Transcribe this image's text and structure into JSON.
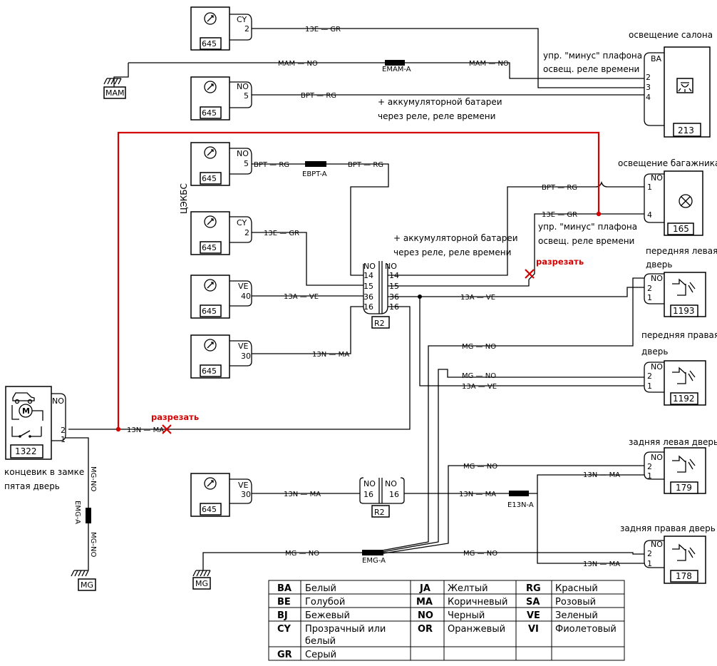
{
  "components": {
    "c645_a": {
      "code": "645",
      "pin_color": "CY",
      "pin": "2"
    },
    "c645_b": {
      "code": "645",
      "pin_color": "NO",
      "pin": "5"
    },
    "c645_c": {
      "code": "645",
      "pin_color": "NO",
      "pin": "5"
    },
    "c645_d": {
      "code": "645",
      "pin_color": "CY",
      "pin": "2"
    },
    "c645_e": {
      "code": "645",
      "pin_color": "VE",
      "pin": "40"
    },
    "c645_f": {
      "code": "645",
      "pin_color": "VE",
      "pin": "30"
    },
    "c645_g": {
      "code": "645",
      "pin_color": "VE",
      "pin": "30"
    },
    "c213": {
      "code": "213",
      "title": "освещение салона",
      "pin_color": "BA",
      "pins": [
        "2",
        "3",
        "4"
      ]
    },
    "c165": {
      "code": "165",
      "title": "освещение багажника",
      "pin_color": "NO",
      "pins": [
        "1",
        "4"
      ]
    },
    "c1193": {
      "code": "1193",
      "title_1": "передняя левая",
      "title_2": "дверь",
      "pin_color": "NO",
      "pins": [
        "2",
        "1"
      ]
    },
    "c1192": {
      "code": "1192",
      "title_1": "передняя правая",
      "title_2": "дверь",
      "pin_color": "NO",
      "pins": [
        "2",
        "1"
      ]
    },
    "c179": {
      "code": "179",
      "title": "задняя левая дверь",
      "pin_color": "NO",
      "pins": [
        "2",
        "1"
      ]
    },
    "c178": {
      "code": "178",
      "title": "задняя правая дверь",
      "pin_color": "NO",
      "pins": [
        "2",
        "1"
      ]
    },
    "c1322": {
      "code": "1322",
      "pin_color": "NO",
      "pins": [
        "2",
        "1"
      ],
      "caption_1": "концевик в замке",
      "caption_2": "пятая дверь"
    },
    "r2_main": {
      "code": "R2",
      "left_pins": [
        "NO",
        "14",
        "15",
        "36",
        "16"
      ],
      "right_pins": [
        "NO",
        "14",
        "15",
        "36",
        "16"
      ]
    },
    "r2_lower": {
      "code": "R2",
      "left_pins": [
        "NO",
        "16"
      ],
      "right_pins": [
        "NO",
        "16"
      ]
    }
  },
  "grounds": {
    "mam": "MAM",
    "mg_left": "MG",
    "mg_bottom": "MG"
  },
  "side_label": "ЦЭКБС",
  "wires": {
    "w13e_gr_top": "13E — GR",
    "mam_no_1": "MAM — NO",
    "emam_a": "EMAM-A",
    "mam_no_2": "MAM — NO",
    "bpt_rg_top": "BPT — RG",
    "bpt_rg_c": "BPT — RG",
    "ebpt_a": "EBPT-A",
    "bpt_rg_c2": "BPT — RG",
    "bpt_rg_165": "BPT — RG",
    "w13e_gr_d": "13E — GR",
    "w13e_gr_165": "13E — GR",
    "w13a_ve_e": "13A — VE",
    "w13a_ve_r": "13A — VE",
    "w13n_ma_f": "13N — MA",
    "w13n_ma_1322": "13N — MA",
    "mg_no_1192a": "MG — NO",
    "mg_no_1192b": "MG — NO",
    "w13a_ve_1192": "13A — VE",
    "mg_no_179": "MG — NO",
    "w13n_ma_179": "13N — MA",
    "w13n_ma_g": "13N — MA",
    "w13n_ma_r": "13N — MA",
    "e13n_a": "E13N-A",
    "w13n_ma_178": "13N — MA",
    "mg_no_bottom": "MG — NO",
    "emg_a": "EMG-A",
    "mg_no_178": "MG — NO",
    "mg_no_v1": "MG-NO",
    "emg_a_v": "EMG-A",
    "mg_no_v2": "MG-NO"
  },
  "notes": {
    "upr_minus_1": "упр. \"минус\" плафона",
    "osv_rele_1": "освещ. реле времени",
    "akb_1": "+ аккумуляторной батареи",
    "cherez_1": "через реле, реле времени",
    "akb_2": "+ аккумуляторной батареи",
    "cherez_2": "через реле, реле времени",
    "upr_minus_2": "упр. \"минус\" плафона",
    "osv_rele_2": "освещ. реле времени",
    "cut_1": "разрезать",
    "cut_2": "разрезать"
  },
  "legend": {
    "rows": [
      [
        {
          "k": "BA",
          "v": "Белый"
        },
        {
          "k": "JA",
          "v": "Желтый"
        },
        {
          "k": "RG",
          "v": "Красный"
        }
      ],
      [
        {
          "k": "BE",
          "v": "Голубой"
        },
        {
          "k": "MA",
          "v": "Коричневый"
        },
        {
          "k": "SA",
          "v": "Розовый"
        }
      ],
      [
        {
          "k": "BJ",
          "v": "Бежевый"
        },
        {
          "k": "NO",
          "v": "Черный"
        },
        {
          "k": "VE",
          "v": "Зеленый"
        }
      ],
      [
        {
          "k": "CY",
          "v": "Прозрачный или",
          "v2": "белый"
        },
        {
          "k": "OR",
          "v": "Оранжевый"
        },
        {
          "k": "VI",
          "v": "Фиолетовый"
        }
      ],
      [
        {
          "k": "GR",
          "v": "Серый"
        },
        {
          "k": "",
          "v": ""
        },
        {
          "k": "",
          "v": ""
        }
      ]
    ]
  },
  "colors": {
    "wire": "#000000",
    "modification": "#d40000",
    "background": "#ffffff"
  }
}
